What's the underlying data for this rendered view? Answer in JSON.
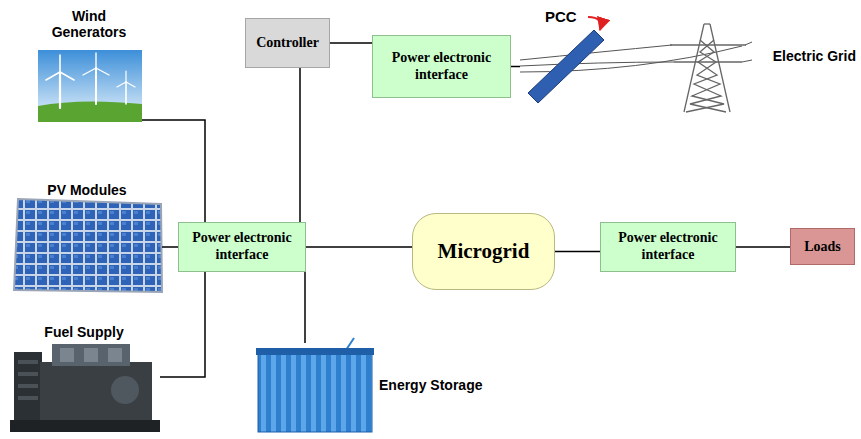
{
  "diagram": {
    "nodes": [
      {
        "text": [
          "Wind Generators"
        ]
      },
      {
        "text": [
          "Controller"
        ]
      },
      {
        "text": [
          "Power electronic interface"
        ]
      },
      {
        "text": [
          "Electric Grid"
        ]
      },
      {
        "text": [
          "PV Modules"
        ]
      },
      {
        "text": [
          "Power electronic interface"
        ]
      },
      {
        "text": [
          "Microgrid"
        ]
      },
      {
        "text": [
          "Power electronic interface"
        ]
      },
      {
        "text": [
          "Loads"
        ]
      },
      {
        "text": [
          "Fuel Supply"
        ]
      },
      {
        "text": [
          "Energy Storage"
        ]
      }
    ],
    "edges": [
      {
        "from": 0,
        "to": 5,
        "arrow": "none"
      },
      {
        "from": 1,
        "to": 2,
        "arrow": "none"
      },
      {
        "from": 1,
        "to": 5,
        "arrow": "none"
      },
      {
        "from": 2,
        "to": 3,
        "arrow": "none"
      },
      {
        "from": 4,
        "to": 5,
        "arrow": "none"
      },
      {
        "from": 5,
        "to": 6,
        "arrow": "none"
      },
      {
        "from": 6,
        "to": 7,
        "arrow": "none"
      },
      {
        "from": 7,
        "to": 8,
        "arrow": "none"
      },
      {
        "from": 9,
        "to": 5,
        "arrow": "none"
      },
      {
        "from": 5,
        "to": 10,
        "arrow": "none"
      }
    ],
    "labels": [
      "PCC"
    ]
  }
}
